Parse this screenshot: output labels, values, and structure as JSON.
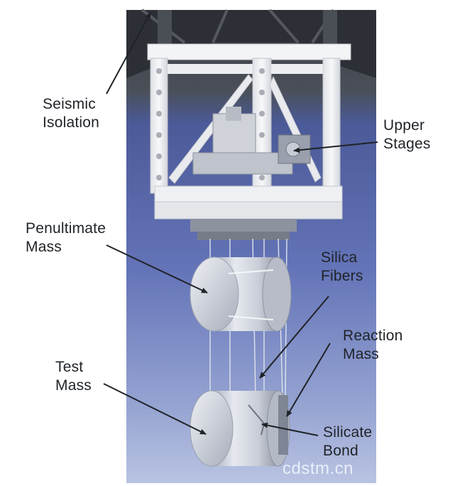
{
  "labels": {
    "seismic_isolation": [
      "Seismic",
      "Isolation"
    ],
    "upper_stages": [
      "Upper",
      "Stages"
    ],
    "penultimate_mass": [
      "Penultimate",
      "Mass"
    ],
    "silica_fibers": [
      "Silica",
      "Fibers"
    ],
    "reaction_mass": [
      "Reaction",
      "Mass"
    ],
    "test_mass": [
      "Test",
      "Mass"
    ],
    "silicate_bond": [
      "Silicate",
      "Bond"
    ]
  },
  "watermark": "cdstm.cn",
  "colors": {
    "background_top": "#3c4148",
    "background_mid": "#5f6fb5",
    "background_bottom": "#aeb9dc",
    "frame": "#f1f2f4",
    "cylinder": "#d2d6de",
    "arrow": "#1f2328"
  }
}
